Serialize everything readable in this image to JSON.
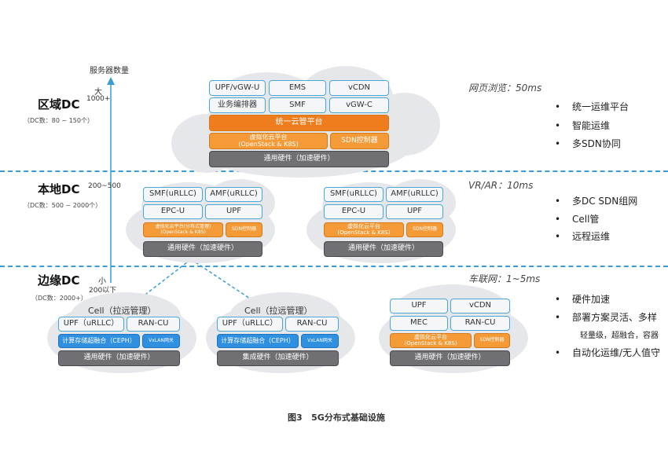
{
  "axis": {
    "label": "服务器数量",
    "big": "大",
    "small": "小"
  },
  "tiers": {
    "regional": {
      "name": "区域DC",
      "servers": "1000+",
      "count": "（DC数：80 ~ 150个）",
      "latency": "网页浏览：50ms",
      "bullets": [
        "统一运维平台",
        "智能运维",
        "多SDN协同"
      ],
      "cloud": {
        "row1": [
          "UPF/vGW-U",
          "EMS",
          "vCDN"
        ],
        "row2": [
          "业务编排器",
          "SMF",
          "vGW-C"
        ],
        "mgmt": "统一云管平台",
        "virt": "虚拟化云平台\n(OpenStack & K8S)",
        "sdn": "SDN控制器",
        "hw": "通用硬件（加速硬件）"
      }
    },
    "local": {
      "name": "本地DC",
      "servers": "200~500",
      "count": "（DC数：500 ~ 2000个）",
      "latency": "VR/AR：10ms",
      "bullets": [
        "多DC SDN组网",
        "Cell管",
        "远程运维"
      ],
      "clouds": [
        {
          "row1": [
            "SMF(uRLLC)",
            "AMF(uRLLC)"
          ],
          "row2": [
            "EPC-U",
            "UPF"
          ],
          "virt": "虚拟化云平台(分布式管理)\n(OpenStack & K8S)",
          "sdn": "SDN控制器",
          "hw": "通用硬件（加速硬件）"
        },
        {
          "row1": [
            "SMF(uRLLC)",
            "AMF(uRLLC)"
          ],
          "row2": [
            "EPC-U",
            "UPF"
          ],
          "virt": "虚拟化云平台\n(OpenStack & K8S)",
          "sdn": "SDN控制器",
          "hw": "通用硬件（加速硬件）"
        }
      ]
    },
    "edge": {
      "name": "边缘DC",
      "servers": "200以下",
      "count": "（DC数：2000+）",
      "latency": "车联网：1~5ms",
      "bullets": [
        "硬件加速",
        "部署方案灵活、多样",
        "轻量级，超融合，容器",
        "自动化运维/无人值守"
      ],
      "clouds": [
        {
          "title": "Cell（拉远管理）",
          "row1": [
            "UPF（uRLLC）",
            "RAN-CU"
          ],
          "storage": "计算存储超融合（CEPH）",
          "vxlan": "VxLAN网关",
          "hw": "通用硬件（加速硬件）"
        },
        {
          "title": "Cell（拉远管理）",
          "row1": [
            "UPF（uRLLC）",
            "RAN-CU"
          ],
          "storage": "计算存储超融合（CEPH）",
          "vxlan": "VxLAN网关",
          "hw": "集成硬件（加速硬件）"
        },
        {
          "row1": [
            "UPF",
            "vCDN"
          ],
          "row2": [
            "MEC",
            "RAN-CU"
          ],
          "virt": "虚拟化云平台\n(OpenStack & K8S)",
          "sdn": "SDN控制器",
          "hw": "通用硬件（加速硬件）"
        }
      ]
    }
  },
  "caption": "图3   5G分布式基础设施",
  "colors": {
    "accent": "#3a9bd6",
    "orange": "#f49a36",
    "gray": "#6f6f74",
    "blue": "#2f8fe0",
    "cloud": "#e6e7ea"
  }
}
